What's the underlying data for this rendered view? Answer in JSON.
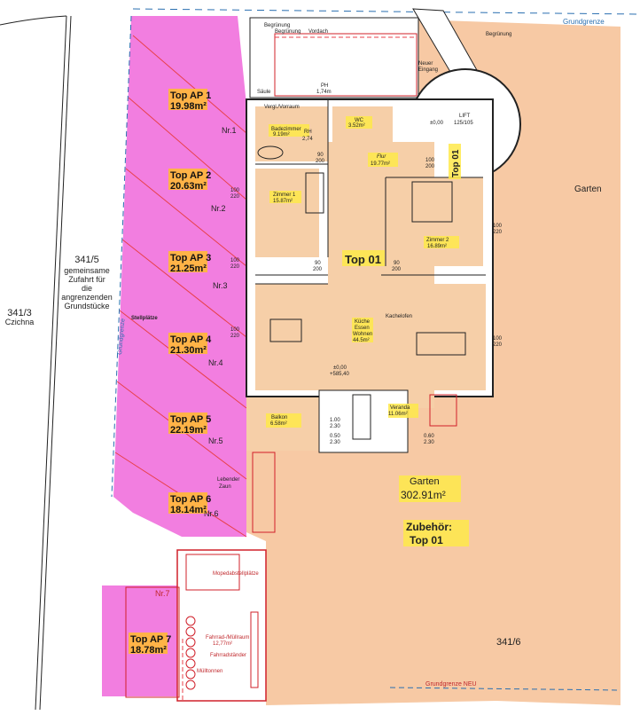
{
  "colors": {
    "parking": "#f27ee0",
    "garden": "#f7c9a4",
    "room": "#f6cfa8",
    "highlight": "#ffe94a",
    "plan_line": "#d0202a",
    "boundary": "#2a6fb0"
  },
  "parcels": {
    "p341_5": {
      "number": "341/5",
      "desc": [
        "gemeinsame",
        "Zufahrt für",
        "die",
        "angrenzenden",
        "Grundstücke"
      ]
    },
    "p341_3": {
      "number": "341/3",
      "owner": "Czichna"
    },
    "p341_6": {
      "number": "341/6"
    }
  },
  "boundary": {
    "top": "Grundgrenze",
    "left": "Grundgrenze",
    "bottom": "Grundgrenze NEU"
  },
  "parking": {
    "label": "Stellplätze",
    "hedge": [
      "Lebender",
      "Zaun"
    ],
    "spots": [
      {
        "name": "Top AP 1",
        "area": "19.98m²",
        "nr": "Nr.1"
      },
      {
        "name": "Top AP 2",
        "area": "20.63m²",
        "nr": "Nr.2"
      },
      {
        "name": "Top AP 3",
        "area": "21.25m²",
        "nr": "Nr.3"
      },
      {
        "name": "Top AP 4",
        "area": "21.30m²",
        "nr": "Nr.4"
      },
      {
        "name": "Top AP 5",
        "area": "22.19m²",
        "nr": "Nr.5"
      },
      {
        "name": "Top AP 6",
        "area": "18.14m²",
        "nr": "Nr.6"
      },
      {
        "name": "Top AP 7",
        "area": "18.78m²",
        "nr": "Nr.7"
      }
    ]
  },
  "upper": {
    "greening1": "Begrünung",
    "greening2": "Begrünung",
    "canopy": "Vordach",
    "greening3": "Begrünung",
    "pillar": "Säule",
    "ph": "PH",
    "ph_val": "1,74m",
    "entrance": [
      "Neuer",
      "Eingang"
    ],
    "lift": "LIFT",
    "lift_dim": "125/105",
    "level": "±0,00"
  },
  "rooms": {
    "vorraum": "Vergl./Vorraum",
    "bath": {
      "name": "Badezimmer",
      "area": "9.19m²",
      "rh": "RH",
      "rh_val": "2,74"
    },
    "wc": {
      "name": "WC",
      "area": "3.52m²"
    },
    "flur": {
      "name": "Flur",
      "area": "19.77m²"
    },
    "zimmer1": {
      "name": "Zimmer 1",
      "area": "15.87m²"
    },
    "zimmer2": {
      "name": "Zimmer 2",
      "area": "16.89m²"
    },
    "kitchen": {
      "name": [
        "Küche",
        "Essen",
        "Wohnen"
      ],
      "area": "44.5m²"
    },
    "oven": "Kachelofen",
    "elevation": [
      "±0,00",
      "+585,40"
    ],
    "balkon": {
      "name": "Balkon",
      "area": "6.58m²"
    },
    "veranda": {
      "name": "Veranda",
      "area": "11.06m²"
    },
    "unit": "Top 01",
    "unit_vertical": "Top 01"
  },
  "doors": {
    "d90": [
      "90",
      "200"
    ],
    "d100": [
      "100",
      "200"
    ],
    "w100": [
      "100",
      "220"
    ],
    "w1": [
      "1.00",
      "2.30"
    ],
    "w05": [
      "0.50",
      "2.30"
    ],
    "w06": [
      "0.60",
      "2.30"
    ]
  },
  "garden": {
    "name": "Garten",
    "area": "302.91m²",
    "label_right": "Garten",
    "accessory": [
      "Zubehör:",
      "Top 01"
    ]
  },
  "annex": {
    "moped": "Mopedabstellplätze",
    "bike": "Fahrrad-/Müllraum",
    "bike_area": "12,77m²",
    "bikestand": "Fahrradständer",
    "bins": "Mülltonnen"
  }
}
